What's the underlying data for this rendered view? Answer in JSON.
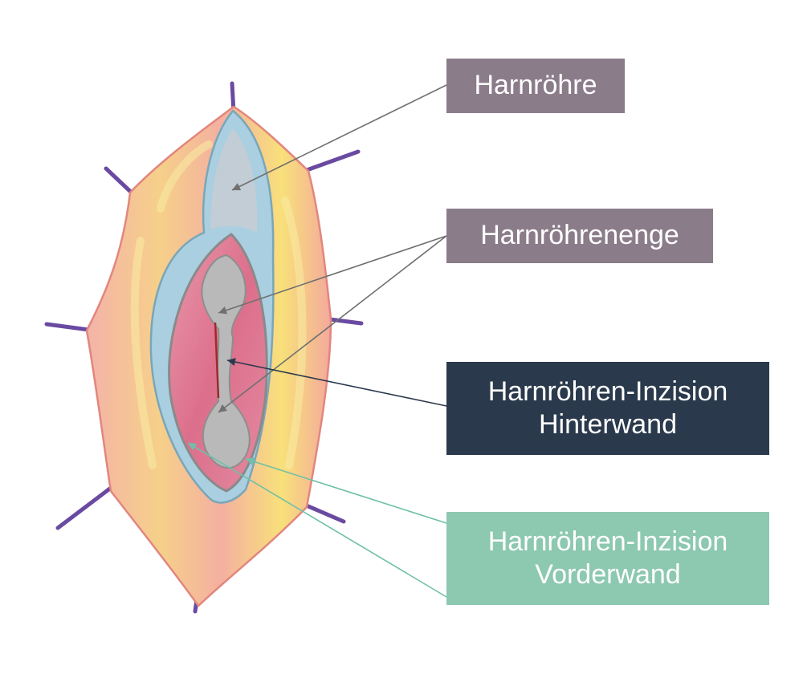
{
  "labels": {
    "urethra": {
      "text": "Harnröhre"
    },
    "stricture": {
      "text": "Harnröhrenenge"
    },
    "posterior_incision": {
      "line1": "Harnröhren-Inzision",
      "line2": "Hinterwand"
    },
    "anterior_incision": {
      "line1": "Harnröhren-Inzision",
      "line2": "Vorderwand"
    }
  },
  "colors": {
    "label_mauve": "#8b7c8a",
    "label_navy": "#2b394c",
    "label_mint": "#8dc8b1",
    "arrow_gray": "#707070",
    "arrow_navy": "#2b394c",
    "arrow_mint": "#6fc0a8",
    "tissue_outer": "#f3b7a6",
    "tissue_yellow": "#f7e58f",
    "urethra_blue": "#a9cfe0",
    "lumen_gray": "#b9b9b9",
    "mucosa_pink": "#e4869c",
    "suture_purple": "#6a4aa1"
  }
}
